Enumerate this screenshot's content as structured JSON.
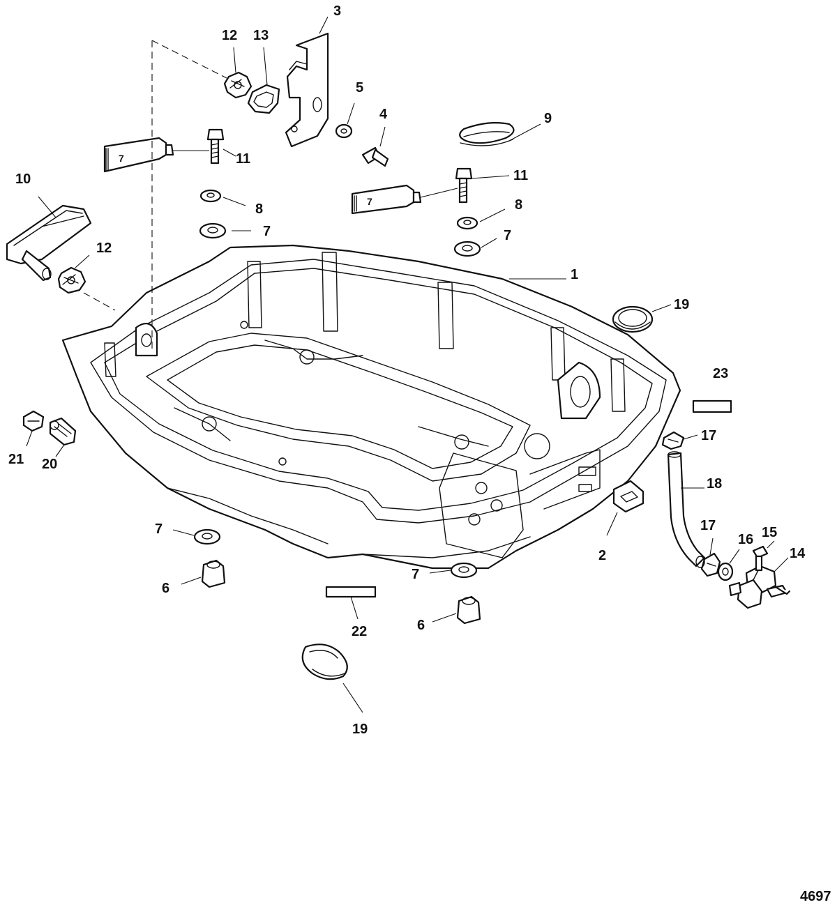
{
  "figure_id": "4697",
  "callouts": [
    {
      "id": "c-1",
      "text": "1"
    },
    {
      "id": "c-2",
      "text": "2"
    },
    {
      "id": "c-3",
      "text": "3"
    },
    {
      "id": "c-4",
      "text": "4"
    },
    {
      "id": "c-5",
      "text": "5"
    },
    {
      "id": "c-6a",
      "text": "6"
    },
    {
      "id": "c-6b",
      "text": "6"
    },
    {
      "id": "c-7a",
      "text": "7"
    },
    {
      "id": "c-7b",
      "text": "7"
    },
    {
      "id": "c-7c",
      "text": "7"
    },
    {
      "id": "c-7d",
      "text": "7"
    },
    {
      "id": "c-8a",
      "text": "8"
    },
    {
      "id": "c-8b",
      "text": "8"
    },
    {
      "id": "c-9",
      "text": "9"
    },
    {
      "id": "c-10",
      "text": "10"
    },
    {
      "id": "c-11a",
      "text": "11"
    },
    {
      "id": "c-11b",
      "text": "11"
    },
    {
      "id": "c-12a",
      "text": "12"
    },
    {
      "id": "c-12b",
      "text": "12"
    },
    {
      "id": "c-13",
      "text": "13"
    },
    {
      "id": "c-14",
      "text": "14"
    },
    {
      "id": "c-15",
      "text": "15"
    },
    {
      "id": "c-16",
      "text": "16"
    },
    {
      "id": "c-17a",
      "text": "17"
    },
    {
      "id": "c-17b",
      "text": "17"
    },
    {
      "id": "c-18",
      "text": "18"
    },
    {
      "id": "c-19a",
      "text": "19"
    },
    {
      "id": "c-19b",
      "text": "19"
    },
    {
      "id": "c-20",
      "text": "20"
    },
    {
      "id": "c-21",
      "text": "21"
    },
    {
      "id": "c-22",
      "text": "22"
    },
    {
      "id": "c-23",
      "text": "23"
    }
  ],
  "tube_labels": [
    "7",
    "7"
  ]
}
